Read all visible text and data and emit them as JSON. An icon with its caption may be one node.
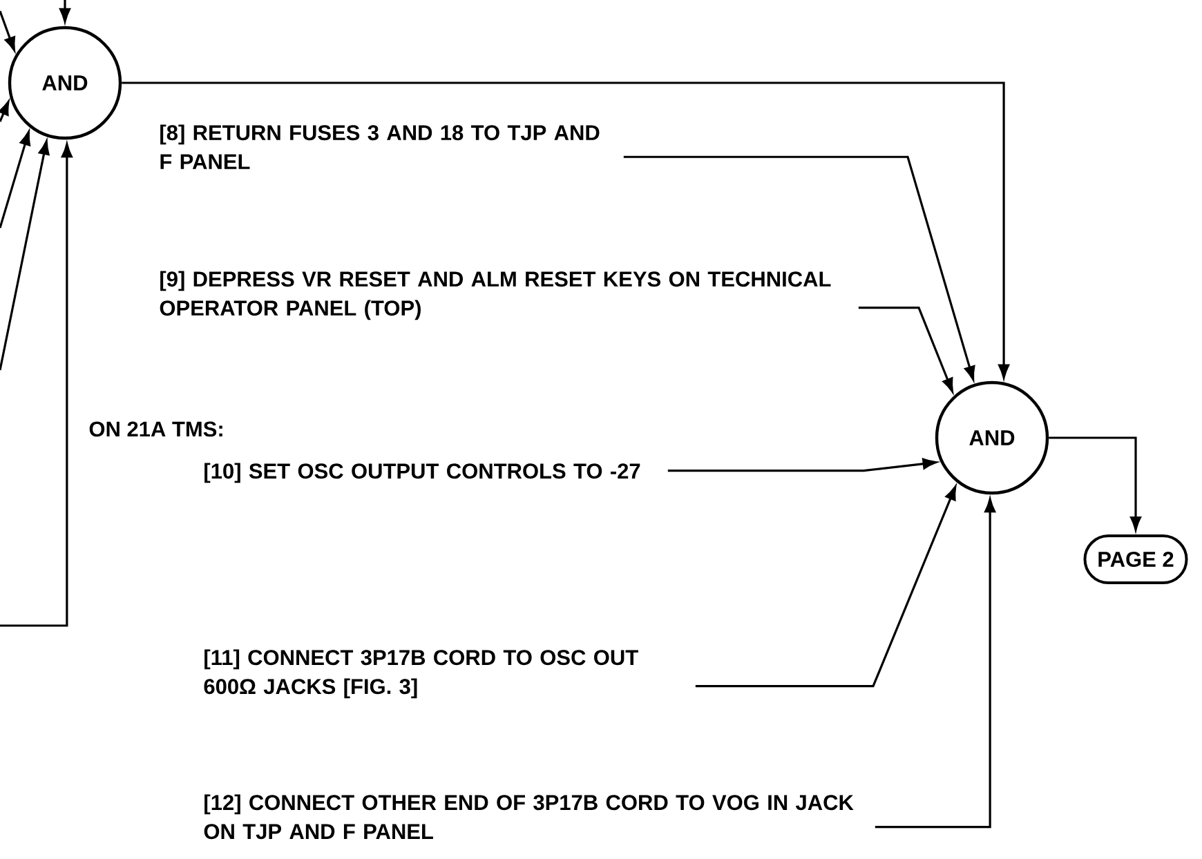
{
  "diagram": {
    "nodes": [
      {
        "text": [
          "AND"
        ]
      },
      {
        "text": [
          "[8] RETURN FUSES 3 AND 18 TO TJP AND F PANEL"
        ]
      },
      {
        "text": [
          "[9] DEPRESS VR RESET AND ALM RESET KEYS ON TECHNICAL OPERATOR PANEL (TOP)"
        ]
      },
      {
        "text": [
          "[10] SET OSC OUTPUT CONTROLS TO -27"
        ]
      },
      {
        "text": [
          "[11] CONNECT 3P17B CORD TO OSC OUT 600Ω JACKS [FIG. 3]"
        ]
      },
      {
        "text": [
          "[12] CONNECT OTHER END OF 3P17B CORD TO VOG IN JACK ON TJP AND F PANEL"
        ]
      },
      {
        "text": [
          "AND"
        ]
      },
      {
        "text": [
          "PAGE 2"
        ]
      }
    ],
    "edges": [
      {
        "from": null,
        "to": 0,
        "arrow": "to"
      },
      {
        "from": null,
        "to": 0,
        "arrow": "to"
      },
      {
        "from": null,
        "to": 0,
        "arrow": "to"
      },
      {
        "from": null,
        "to": 0,
        "arrow": "to"
      },
      {
        "from": null,
        "to": 0,
        "arrow": "to"
      },
      {
        "from": null,
        "to": 0,
        "arrow": "to"
      },
      {
        "from": 0,
        "to": 6,
        "arrow": "to"
      },
      {
        "from": 1,
        "to": 6,
        "arrow": "to"
      },
      {
        "from": 2,
        "to": 6,
        "arrow": "to"
      },
      {
        "from": 3,
        "to": 6,
        "arrow": "to"
      },
      {
        "from": 4,
        "to": 6,
        "arrow": "to"
      },
      {
        "from": 5,
        "to": 6,
        "arrow": "to"
      },
      {
        "from": 6,
        "to": 7,
        "arrow": "to"
      }
    ],
    "labels": [
      "ON 21A TMS:"
    ]
  }
}
